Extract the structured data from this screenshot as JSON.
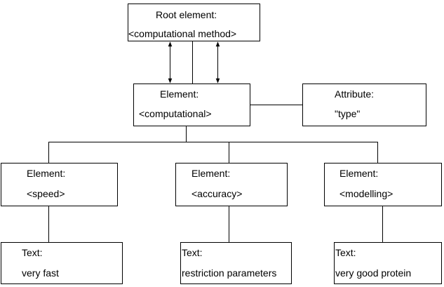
{
  "diagram": {
    "root": {
      "line1": "Root element:",
      "line2": "<computational method>"
    },
    "computational": {
      "line1": "Element:",
      "line2": "<computational>"
    },
    "attribute": {
      "line1": "Attribute:",
      "line2": "\"type\""
    },
    "speed": {
      "line1": "Element:",
      "line2": "<speed>"
    },
    "accuracy": {
      "line1": "Element:",
      "line2": "<accuracy>"
    },
    "modelling": {
      "line1": "Element:",
      "line2": "<modelling>"
    },
    "text_speed": {
      "line1": "Text:",
      "line2": "very fast"
    },
    "text_accuracy": {
      "line1": "Text:",
      "line2": "restriction parameters"
    },
    "text_modelling": {
      "line1": "Text:",
      "line2": "very good protein"
    }
  }
}
